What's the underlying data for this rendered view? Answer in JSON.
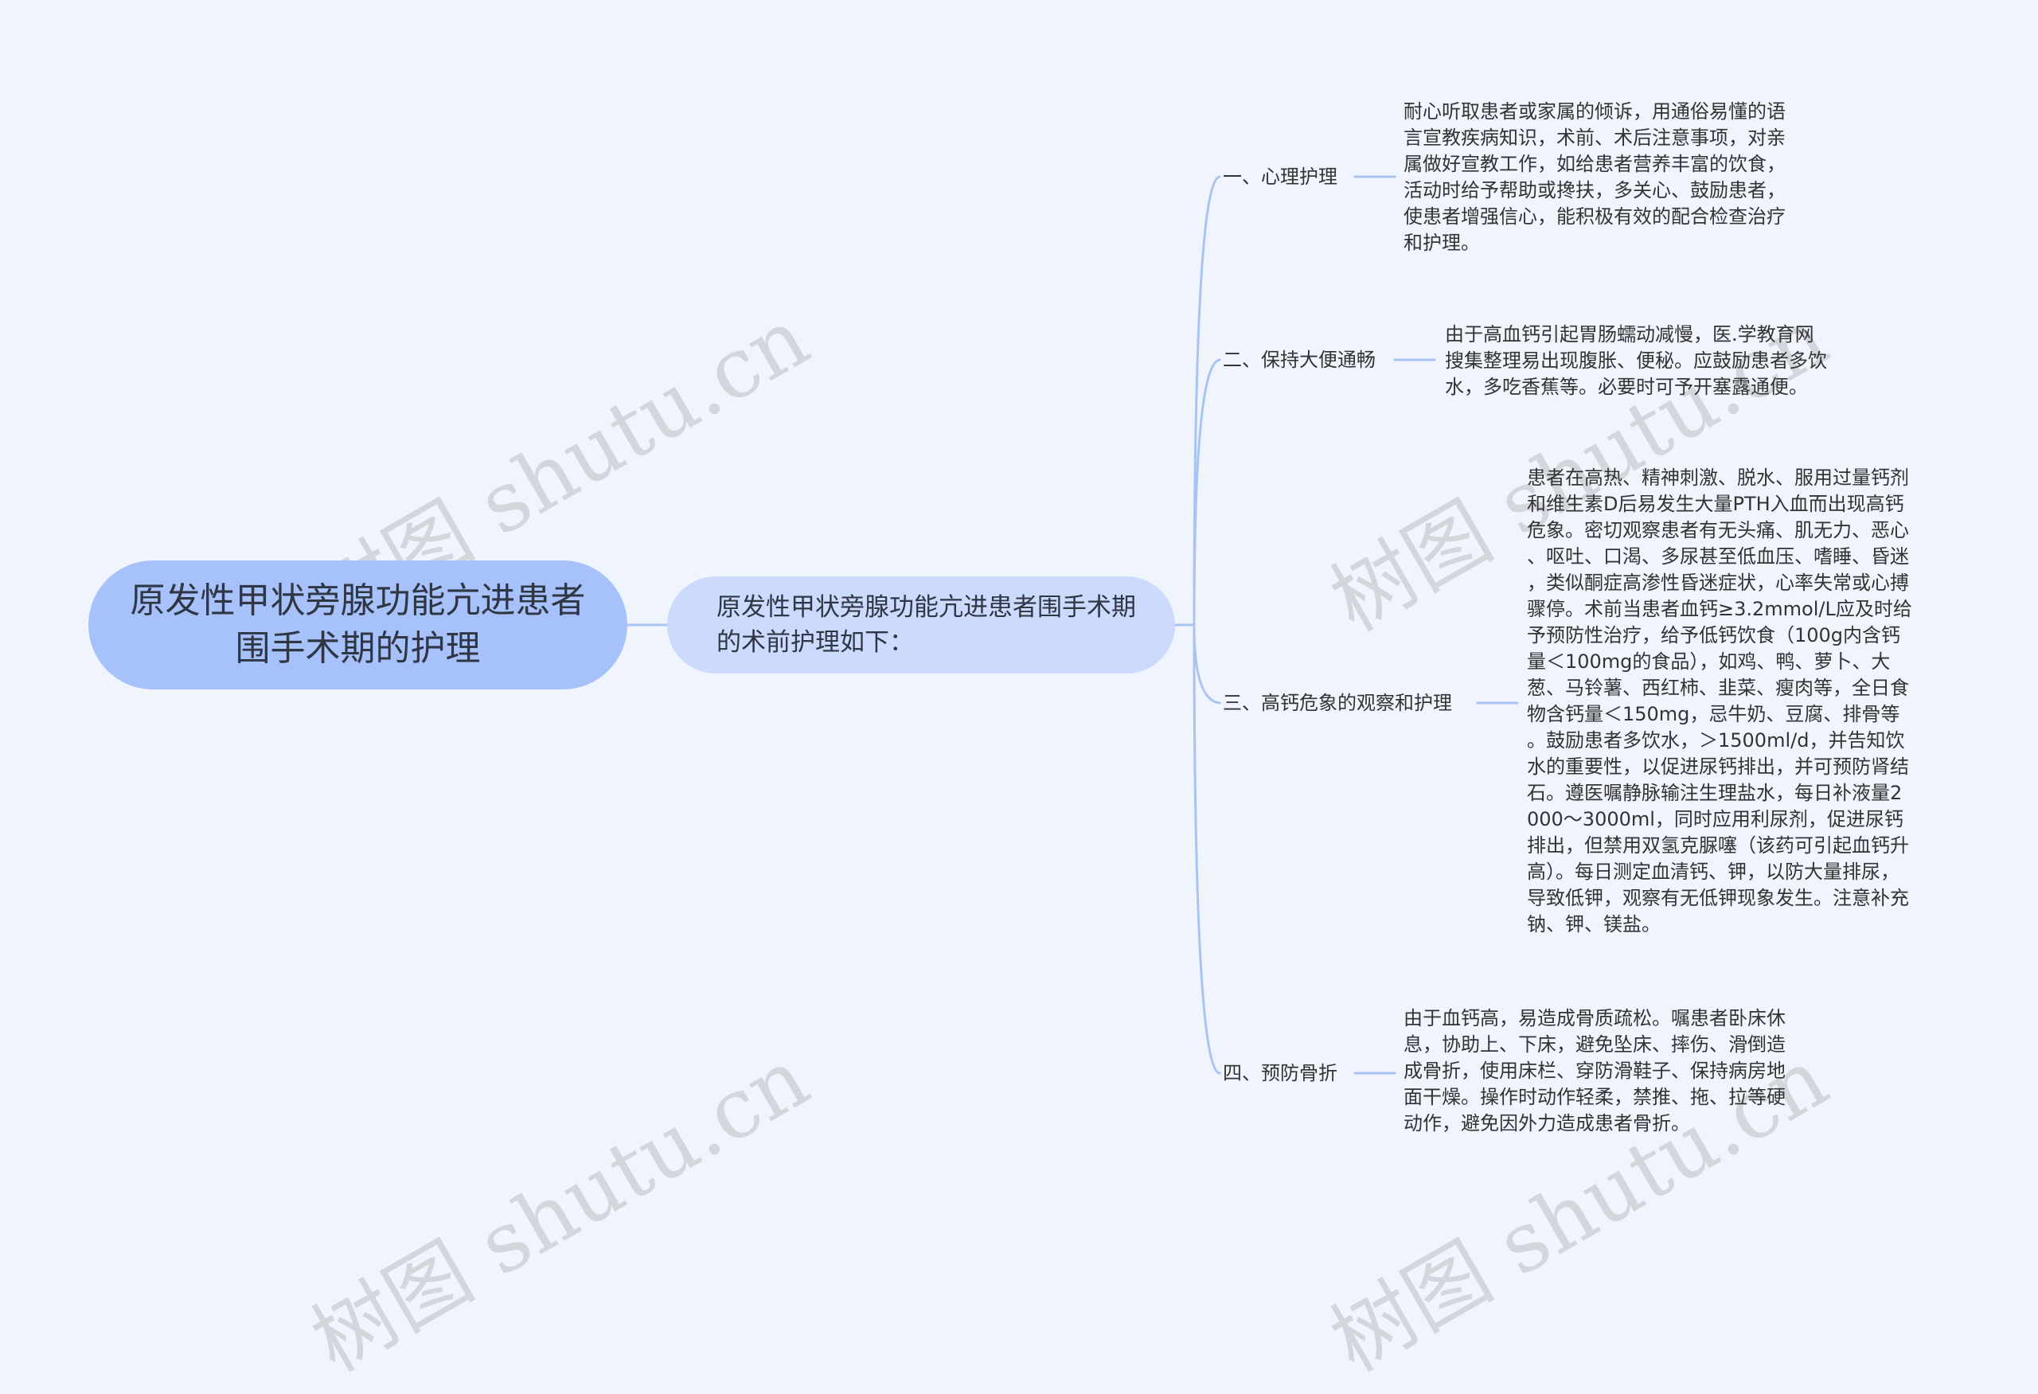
{
  "root": {
    "text": "原发性甲状旁腺功能亢进患者围手术期的护理"
  },
  "level1": {
    "text": "原发性甲状旁腺功能亢进患者围手术期的术前护理如下："
  },
  "branches": [
    {
      "label": "一、心理护理",
      "detail": "耐心听取患者或家属的倾诉，用通俗易懂的语\n言宣教疾病知识，术前、术后注意事项，对亲\n属做好宣教工作，如给患者营养丰富的饮食，\n活动时给予帮助或搀扶，多关心、鼓励患者，\n使患者增强信心，能积极有效的配合检查治疗\n和护理。"
    },
    {
      "label": "二、保持大便通畅",
      "detail": "由于高血钙引起胃肠蠕动减慢，医.学教育网\n搜集整理易出现腹胀、便秘。应鼓励患者多饮\n水，多吃香蕉等。必要时可予开塞露通便。"
    },
    {
      "label": "三、高钙危象的观察和护理",
      "detail": "患者在高热、精神刺激、脱水、服用过量钙剂\n和维生素D后易发生大量PTH入血而出现高钙\n危象。密切观察患者有无头痛、肌无力、恶心\n、呕吐、口渴、多尿甚至低血压、嗜睡、昏迷\n，类似酮症高渗性昏迷症状，心率失常或心搏\n骤停。术前当患者血钙≥3.2mmol/L应及时给\n予预防性治疗，给予低钙饮食（100g内含钙\n量＜100mg的食品），如鸡、鸭、萝卜、大\n葱、马铃薯、西红柿、韭菜、瘦肉等，全日食\n物含钙量＜150mg，忌牛奶、豆腐、排骨等\n。鼓励患者多饮水，＞1500ml/d，并告知饮\n水的重要性，以促进尿钙排出，并可预防肾结\n石。遵医嘱静脉输注生理盐水，每日补液量2\n000～3000ml，同时应用利尿剂，促进尿钙\n排出，但禁用双氢克脲噻（该药可引起血钙升\n高）。每日测定血清钙、钾，以防大量排尿，\n导致低钾，观察有无低钾现象发生。注意补充\n钠、钾、镁盐。"
    },
    {
      "label": "四、预防骨折",
      "detail": "由于血钙高，易造成骨质疏松。嘱患者卧床休\n息，协助上、下床，避免坠床、摔伤、滑倒造\n成骨折，使用床栏、穿防滑鞋子、保持病房地\n面干燥。操作时动作轻柔，禁推、拖、拉等硬\n动作，避免因外力造成患者骨折。"
    }
  ],
  "watermark": "树图 shutu.cn",
  "colors": {
    "background": "#f0f5fd",
    "root": "#a7c1fb",
    "level1": "#cbdafd",
    "connector": "#a9c4f2"
  }
}
